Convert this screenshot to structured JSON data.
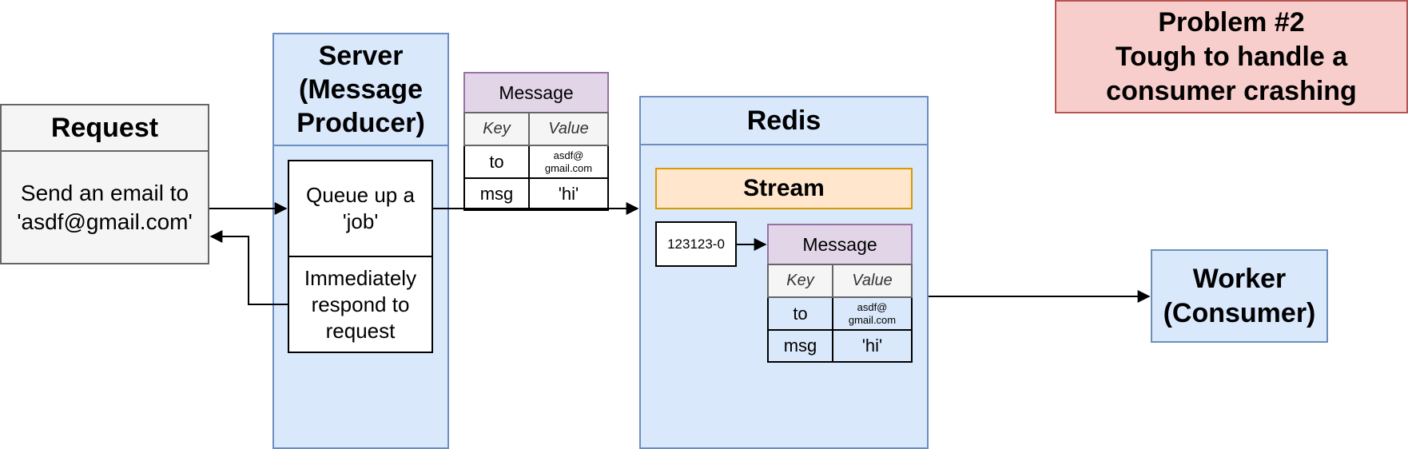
{
  "request": {
    "title": "Request",
    "body_line1": "Send an email to",
    "body_line2": "'asdf@gmail.com'"
  },
  "server": {
    "title_line1": "Server",
    "title_line2": "(Message",
    "title_line3": "Producer)",
    "queue_line1": "Queue up a",
    "queue_line2": "'job'",
    "respond_line1": "Immediately",
    "respond_line2": "respond to",
    "respond_line3": "request"
  },
  "message_top": {
    "title": "Message",
    "col_key": "Key",
    "col_value": "Value",
    "rows": [
      {
        "key": "to",
        "value_line1": "asdf@",
        "value_line2": "gmail.com"
      },
      {
        "key": "msg",
        "value": "'hi'"
      }
    ]
  },
  "redis": {
    "title": "Redis",
    "stream": "Stream",
    "entry_id": "123123-0",
    "message": {
      "title": "Message",
      "col_key": "Key",
      "col_value": "Value",
      "rows": [
        {
          "key": "to",
          "value_line1": "asdf@",
          "value_line2": "gmail.com"
        },
        {
          "key": "msg",
          "value": "'hi'"
        }
      ]
    }
  },
  "worker": {
    "line1": "Worker",
    "line2": "(Consumer)"
  },
  "problem": {
    "line1": "Problem #2",
    "line2": "Tough to handle a",
    "line3": "consumer crashing"
  },
  "colors": {
    "blue_fill": "#dae8fc",
    "blue_stroke": "#6c8ebf",
    "purple_fill": "#e1d5e7",
    "orange_fill": "#ffe6cc",
    "red_fill": "#f8cecc",
    "grey_fill": "#f5f5f5"
  }
}
